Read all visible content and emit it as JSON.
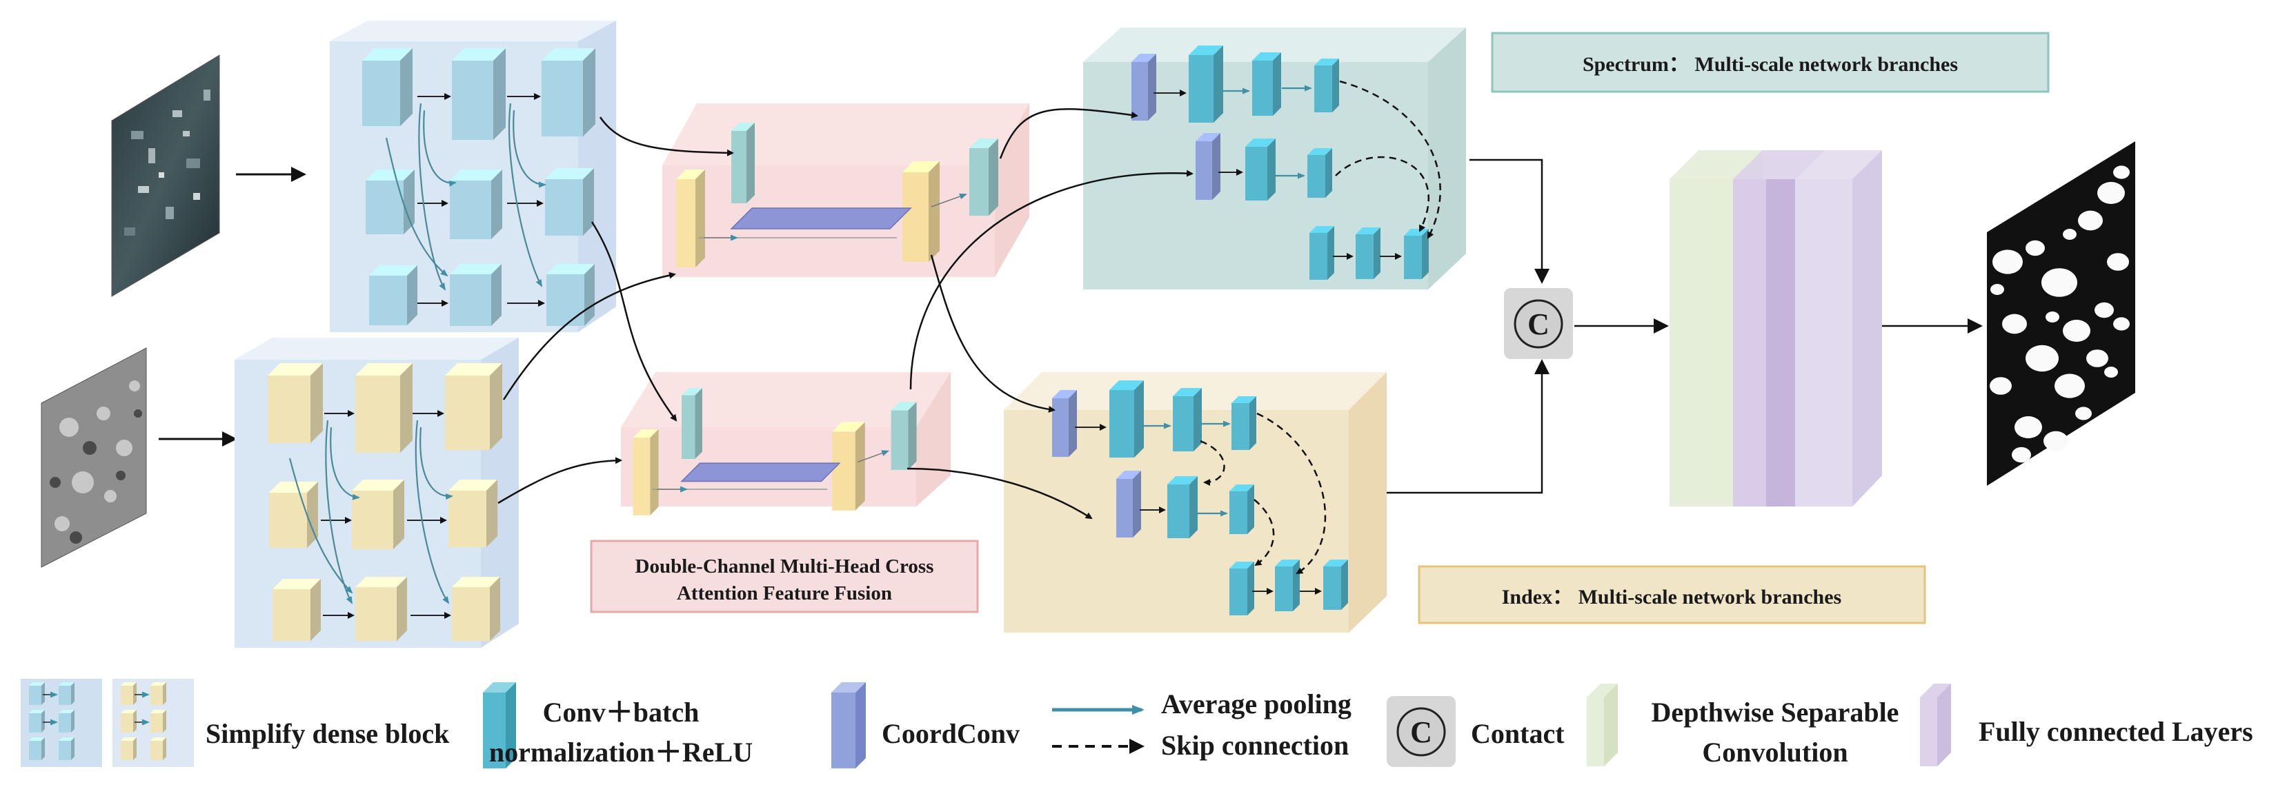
{
  "labels": {
    "spectrum_branch": "Spectrum：  Multi-scale network branches",
    "index_branch": "Index：  Multi-scale network branches",
    "fusion_line1": "Double-Channel Multi-Head Cross",
    "fusion_line2": "Attention Feature Fusion",
    "contact_symbol": "C"
  },
  "legend": {
    "simplify_dense_block": "Simplify dense block",
    "conv_line1": "Conv＋batch",
    "conv_line2": "normalization＋ReLU",
    "coordconv": "CoordConv",
    "average_pooling": "Average pooling",
    "skip_connection": "Skip connection",
    "contact": "Contact",
    "depthwise_line1": "Depthwise Separable",
    "depthwise_line2": "Convolution",
    "fully_connected": "Fully connected Layers"
  },
  "colors": {
    "dense_block_blue": "#cfe0f1",
    "dense_block_yellow_bg": "#dde8f4",
    "conv_cyan": "#56b9cf",
    "coordconv_purple": "#8fa2dc",
    "spectrum_box": "#cfe3e1",
    "index_box": "#f1e5c8",
    "fusion_box": "#f7dede",
    "depthwise_green": "#e4eed8",
    "fc_purple": "#ddd2ea",
    "pooling_arrow": "#3f8fa6"
  }
}
